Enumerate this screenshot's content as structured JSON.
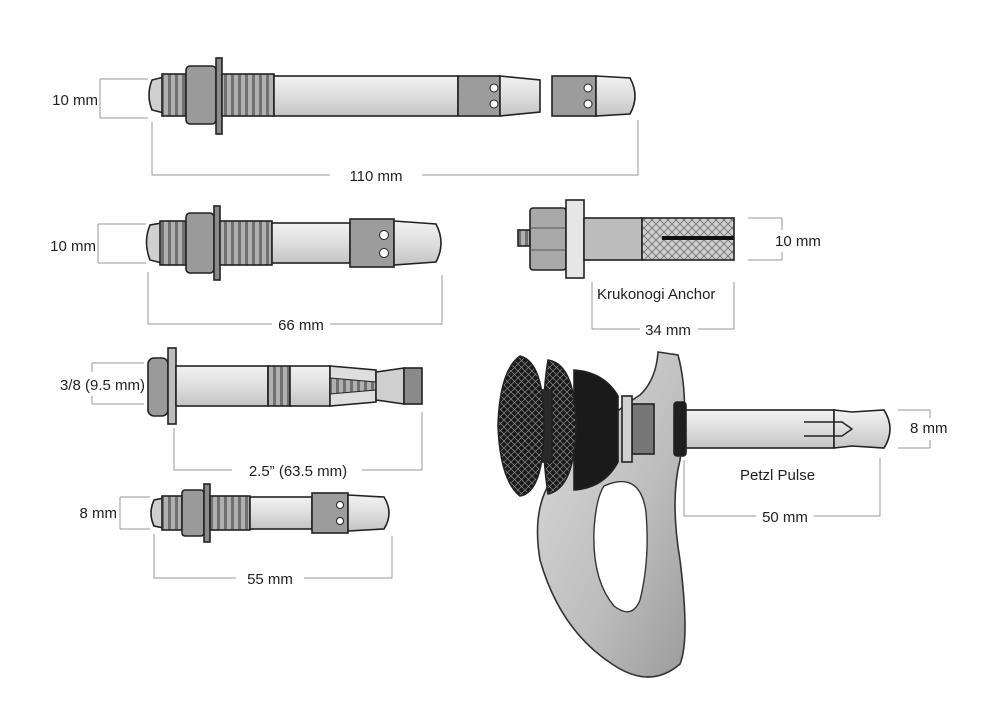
{
  "figure": {
    "bolts": [
      {
        "id": "bolt-1",
        "diameter": "10 mm",
        "length": "110 mm"
      },
      {
        "id": "bolt-2",
        "diameter": "10 mm",
        "length": "66 mm"
      },
      {
        "id": "bolt-3",
        "diameter": "3/8 (9.5 mm)",
        "length": "2.5” (63.5 mm)"
      },
      {
        "id": "bolt-4",
        "diameter": "8 mm",
        "length": "55 mm"
      }
    ],
    "krukonogi": {
      "name": "Krukonogi Anchor",
      "diameter": "10 mm",
      "length": "34 mm"
    },
    "petzl": {
      "name": "Petzl Pulse",
      "diameter": "8 mm",
      "length": "50 mm"
    }
  }
}
